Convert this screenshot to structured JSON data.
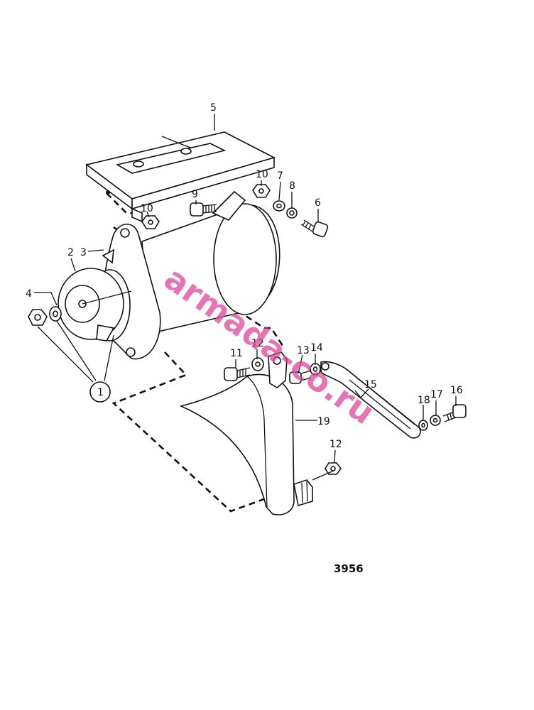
{
  "diagram": {
    "figure_number": "3956",
    "watermark": "armada-co.ru",
    "watermark_color": "#d9479a",
    "callouts": [
      {
        "id": "c5",
        "text": "5"
      },
      {
        "id": "c10a",
        "text": "10"
      },
      {
        "id": "c7",
        "text": "7"
      },
      {
        "id": "c8",
        "text": "8"
      },
      {
        "id": "c9",
        "text": "9"
      },
      {
        "id": "c6",
        "text": "6"
      },
      {
        "id": "c10b",
        "text": "10"
      },
      {
        "id": "c2",
        "text": "2"
      },
      {
        "id": "c3",
        "text": "3"
      },
      {
        "id": "c4",
        "text": "4"
      },
      {
        "id": "c11",
        "text": "11"
      },
      {
        "id": "c12a",
        "text": "12"
      },
      {
        "id": "c13",
        "text": "13"
      },
      {
        "id": "c14",
        "text": "14"
      },
      {
        "id": "c15",
        "text": "15"
      },
      {
        "id": "c18",
        "text": "18"
      },
      {
        "id": "c17",
        "text": "17"
      },
      {
        "id": "c16",
        "text": "16"
      },
      {
        "id": "c19",
        "text": "19"
      },
      {
        "id": "c12b",
        "text": "12"
      },
      {
        "id": "c1",
        "text": "1"
      }
    ]
  }
}
